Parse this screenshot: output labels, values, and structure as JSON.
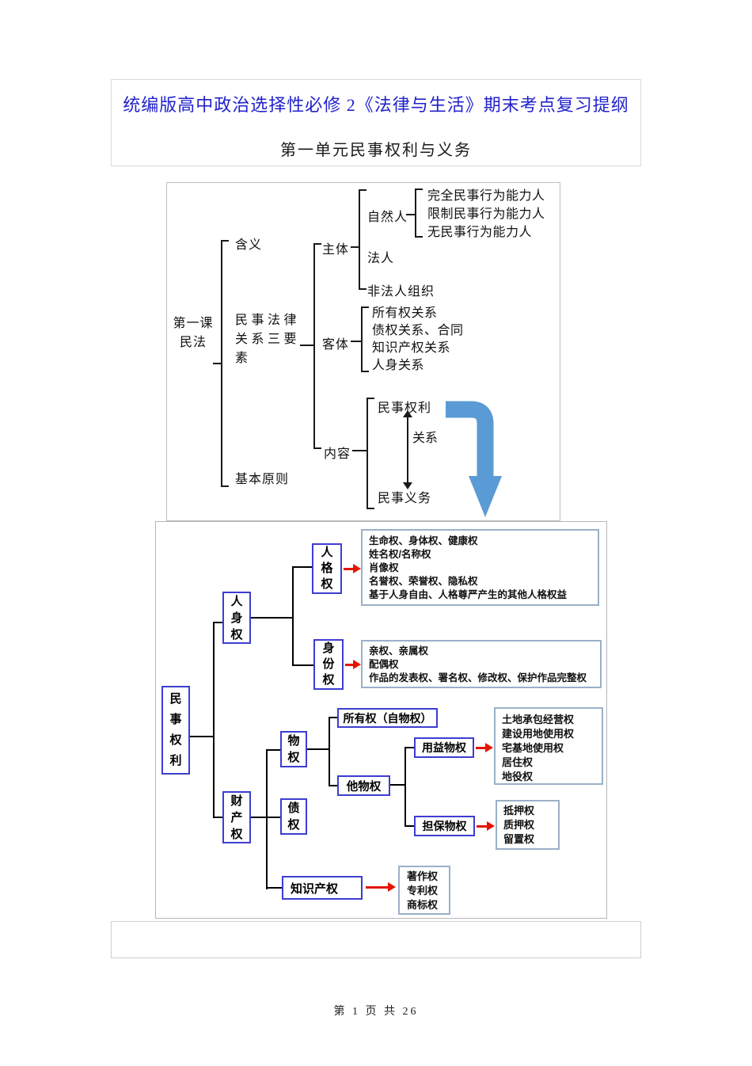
{
  "page": {
    "title": "统编版高中政治选择性必修 2《法律与生活》期末考点复习提纲",
    "subtitle": "第一单元民事权利与义务",
    "footer": "第 1 页 共 26"
  },
  "colors": {
    "title_text": "#2222cc",
    "diagram_box_border": "#3d3dd2",
    "detail_box_border": "#9ab0c8",
    "red_arrow": "#e51400",
    "flow_arrow_blue": "#5b9bd5",
    "connector_line": "#111111"
  },
  "diagram1": {
    "root_line1": "第一课",
    "root_line2": "民法",
    "branch_meaning": "含义",
    "branch_elements_l1": "民事法律",
    "branch_elements_l2": "关系三要",
    "branch_elements_l3": "素",
    "branch_principles": "基本原则",
    "subject": "主体",
    "object": "客体",
    "content": "内容",
    "subject_children": [
      "自然人",
      "法人",
      "非法人组织"
    ],
    "capacity_types": [
      "完全民事行为能力人",
      "限制民事行为能力人",
      "无民事行为能力人"
    ],
    "object_children": [
      "所有权关系",
      "债权关系、合同",
      "知识产权关系",
      "人身关系"
    ],
    "rights": "民事权利",
    "relation": "关系",
    "obligations": "民事义务"
  },
  "diagram2": {
    "root": "民事权利",
    "personal": "人身权",
    "property": "财产权",
    "personality": "人格权",
    "identity": "身份权",
    "personality_details": [
      "生命权、身体权、健康权",
      "姓名权/名称权",
      "肖像权",
      "名誉权、荣誉权、隐私权",
      "基于人身自由、人格尊严产生的其他人格权益"
    ],
    "identity_details": [
      "亲权、亲属权",
      "配偶权",
      "作品的发表权、署名权、修改权、保护作品完整权"
    ],
    "real_right": "物权",
    "debt_right": "债权",
    "ip_right": "知识产权",
    "ownership": "所有权（自物权）",
    "other_real_right": "他物权",
    "usufruct": "用益物权",
    "security": "担保物权",
    "usufruct_details": [
      "土地承包经营权",
      "建设用地使用权",
      "宅基地使用权",
      "居住权",
      "地役权"
    ],
    "security_details": [
      "抵押权",
      "质押权",
      "留置权"
    ],
    "ip_details": [
      "著作权",
      "专利权",
      "商标权"
    ]
  }
}
